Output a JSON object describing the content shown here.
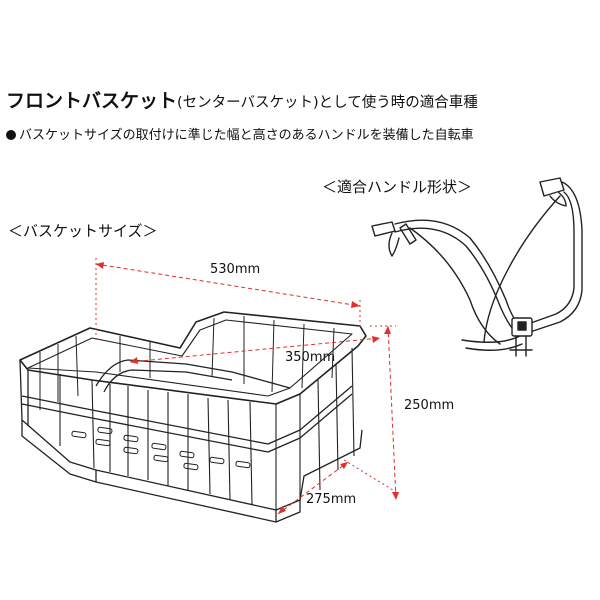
{
  "title": {
    "main": "フロントバスケット",
    "sub": "(センターバスケット)として使う時の適合車種"
  },
  "bullet_text": "バスケットサイズの取付けに準じた幅と高さのあるハンドルを装備した自転車",
  "handle_heading": "＜適合ハンドル形状＞",
  "basket_heading": "＜バスケットサイズ＞",
  "dimensions": {
    "width": "530mm",
    "depth": "350mm",
    "height": "250mm",
    "bottom": "275mm"
  },
  "colors": {
    "dimension_line": "#e0302e",
    "outline": "#222222"
  }
}
